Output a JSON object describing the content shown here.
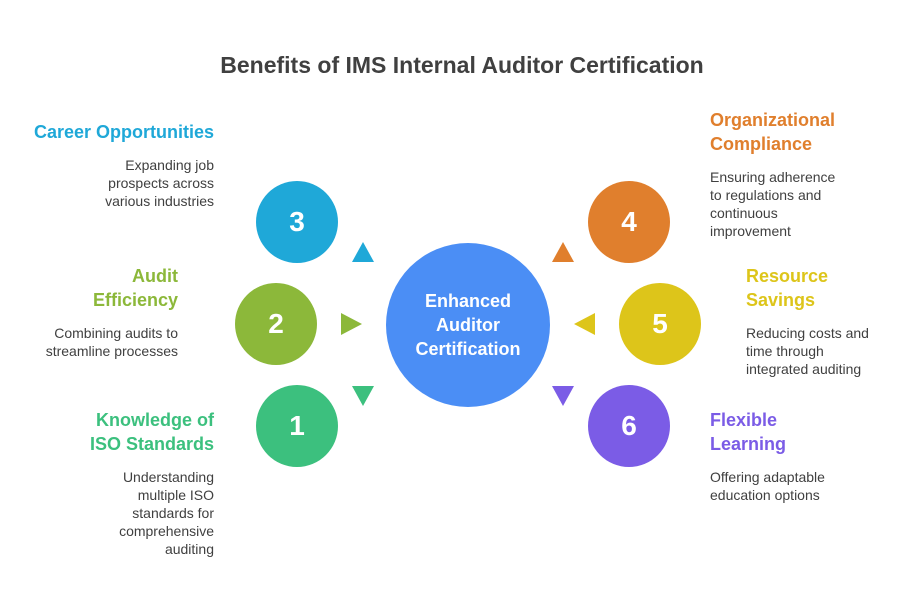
{
  "title": "Benefits of IMS Internal Auditor Certification",
  "colors": {
    "teal_blue": "#1fa8d8",
    "olive_green": "#8cb83a",
    "green": "#3cc07e",
    "orange": "#e07f2d",
    "yellow": "#ddc51a",
    "purple": "#7b5ce6",
    "center_blue": "#4b8ef5"
  },
  "center": {
    "label": "Enhanced Auditor Certification"
  },
  "items": [
    {
      "number": "1",
      "heading": "Knowledge of ISO Standards",
      "description": "Understanding multiple ISO standards for comprehensive auditing"
    },
    {
      "number": "2",
      "heading": "Audit Efficiency",
      "description": "Combining audits to streamline processes"
    },
    {
      "number": "3",
      "heading": "Career Opportunities",
      "description": "Expanding job prospects across various industries"
    },
    {
      "number": "4",
      "heading": "Organizational Compliance",
      "description": "Ensuring adherence to regulations and continuous improvement"
    },
    {
      "number": "5",
      "heading": "Resource Savings",
      "description": "Reducing costs and time through integrated auditing"
    },
    {
      "number": "6",
      "heading": "Flexible Learning",
      "description": "Offering adaptable education options"
    }
  ]
}
